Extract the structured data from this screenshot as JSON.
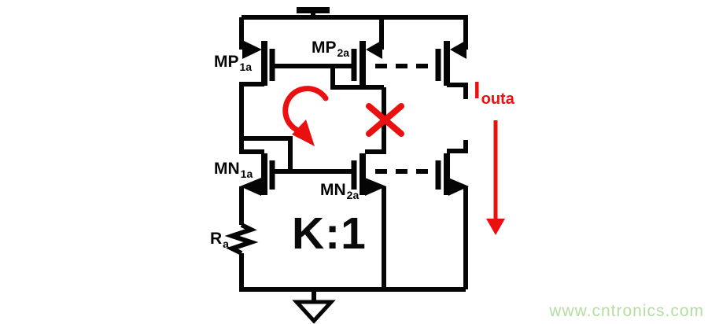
{
  "labels": {
    "mp1a": {
      "main": "MP",
      "sub": "1a"
    },
    "mp2a": {
      "main": "MP",
      "sub": "2a"
    },
    "mn1a": {
      "main": "MN",
      "sub": "1a"
    },
    "mn2a": {
      "main": "MN",
      "sub": "2a"
    },
    "ra": {
      "main": "R",
      "sub": "a"
    },
    "ratio": "K:1",
    "iouta": {
      "main": "I",
      "sub": "outa"
    }
  },
  "watermark": "www.cntronics.com",
  "colors": {
    "wire": "#050505",
    "annotation_red": "#ea1010",
    "watermark_green": "#b4dda0"
  },
  "schematic": {
    "type": "circuit-diagram",
    "transistors": [
      {
        "id": "MP1a",
        "kind": "PMOS"
      },
      {
        "id": "MP2a",
        "kind": "PMOS",
        "note": "diode-connected"
      },
      {
        "id": "PMOS-mirror-copy",
        "kind": "PMOS",
        "note": "gate linked by dashed wire, sources Iouta"
      },
      {
        "id": "MN1a",
        "kind": "NMOS",
        "note": "diode-connected"
      },
      {
        "id": "MN2a",
        "kind": "NMOS"
      },
      {
        "id": "NMOS-mirror-copy",
        "kind": "NMOS",
        "note": "gate linked by dashed wire"
      }
    ],
    "resistor": "Ra in MN1a source leg",
    "mirror_ratio": "K:1",
    "annotations": [
      "red circular loop-gain arrow",
      "red X marking broken wire between MP2a drain and MN2a drain",
      "red downward arrow showing Iouta output current"
    ]
  }
}
